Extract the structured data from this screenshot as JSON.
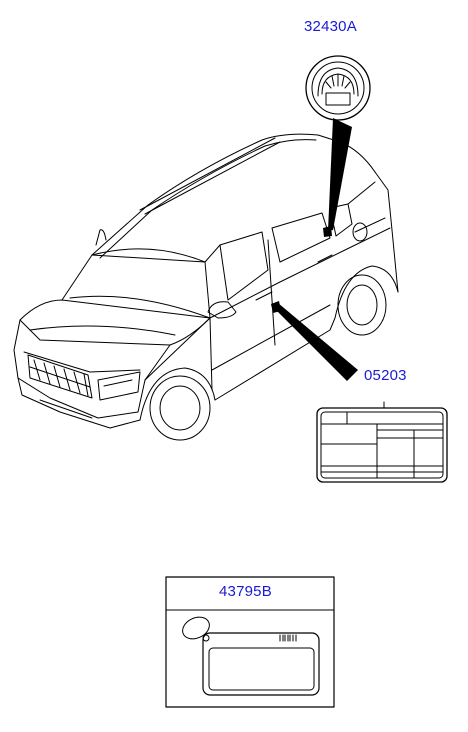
{
  "callouts": {
    "part_1": "32430A",
    "part_2": "05203",
    "part_3": "43795B"
  }
}
